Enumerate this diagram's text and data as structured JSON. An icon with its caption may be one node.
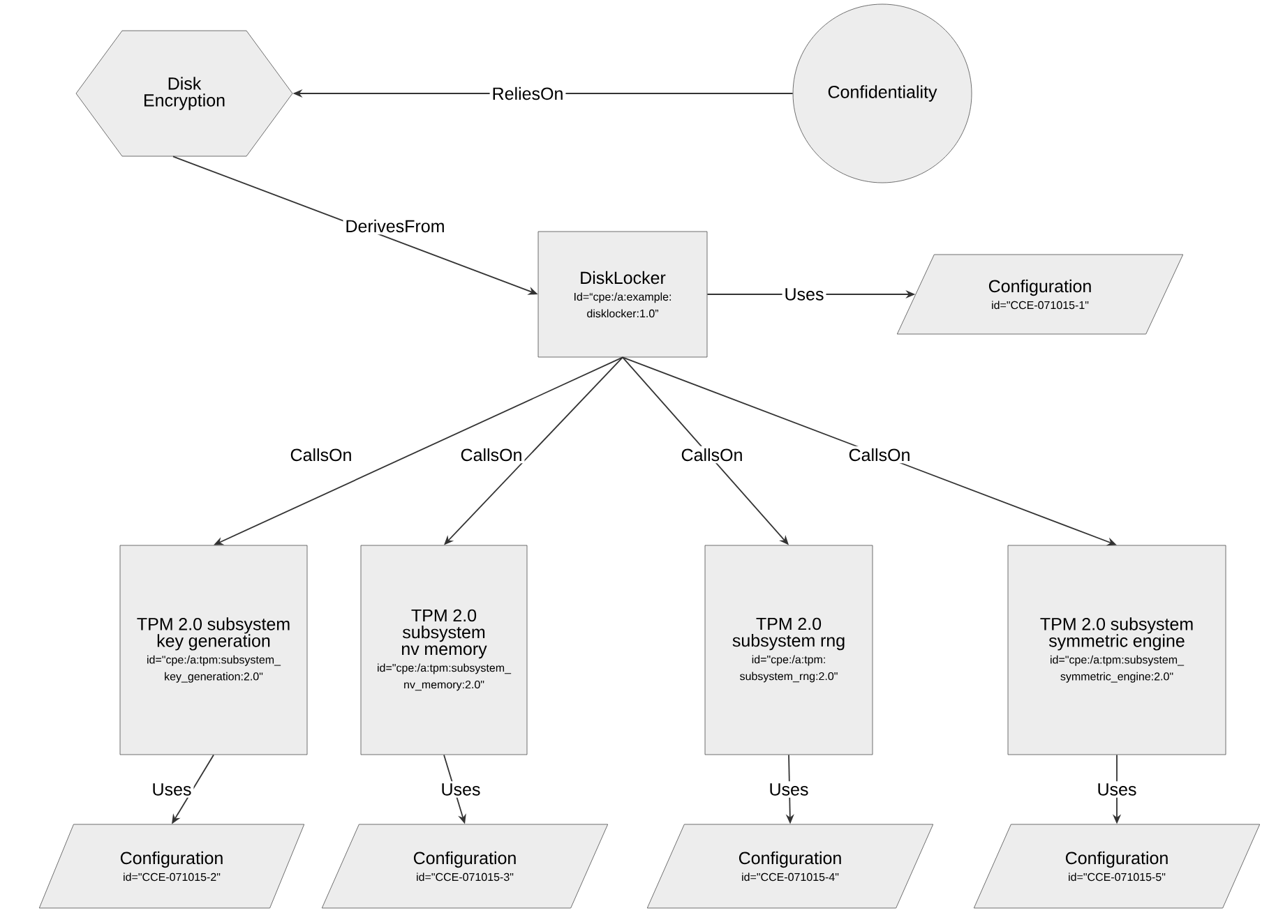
{
  "diagram": {
    "nodes": [
      {
        "text": [
          "Disk Encryption"
        ]
      },
      {
        "text": [
          "Confidentiality"
        ]
      },
      {
        "text": [
          "DiskLocker",
          "Id=“cpe:/a:example:disklocker:1.0”"
        ]
      },
      {
        "text": [
          "Configuration",
          "id=\"CCE-071015-1\""
        ]
      },
      {
        "text": [
          "TPM 2.0 subsystem key generation",
          "id=\"cpe:/a:tpm:subsystem_key_generation:2.0\""
        ]
      },
      {
        "text": [
          "TPM 2.0 subsystem nv memory",
          "id=\"cpe:/a:tpm:subsystem_nv_memory:2.0\""
        ]
      },
      {
        "text": [
          "TPM 2.0 subsystem rng",
          "id=\"cpe:/a:tpm:subsystem_rng:2.0\""
        ]
      },
      {
        "text": [
          "TPM 2.0 subsystem symmetric engine",
          "id=\"cpe:/a:tpm:subsystem_symmetric_engine:2.0\""
        ]
      },
      {
        "text": [
          "Configuration",
          "id=\"CCE-071015-2\""
        ]
      },
      {
        "text": [
          "Configuration",
          "id=\"CCE-071015-3\""
        ]
      },
      {
        "text": [
          "Configuration",
          "id=\"CCE-071015-4\""
        ]
      },
      {
        "text": [
          "Configuration",
          "id=\"CCE-071015-5\""
        ]
      }
    ],
    "edges": [
      {
        "from": 1,
        "to": 0,
        "arrow": "to",
        "label": "ReliesOn"
      },
      {
        "from": 0,
        "to": 2,
        "arrow": "to",
        "label": "DerivesFrom"
      },
      {
        "from": 2,
        "to": 3,
        "arrow": "to",
        "label": "Uses"
      },
      {
        "from": 2,
        "to": 4,
        "arrow": "to",
        "label": "CallsOn"
      },
      {
        "from": 2,
        "to": 5,
        "arrow": "to",
        "label": "CallsOn"
      },
      {
        "from": 2,
        "to": 6,
        "arrow": "to",
        "label": "CallsOn"
      },
      {
        "from": 2,
        "to": 7,
        "arrow": "to",
        "label": "CallsOn"
      },
      {
        "from": 4,
        "to": 8,
        "arrow": "to",
        "label": "Uses"
      },
      {
        "from": 5,
        "to": 9,
        "arrow": "to",
        "label": "Uses"
      },
      {
        "from": 6,
        "to": 10,
        "arrow": "to",
        "label": "Uses"
      },
      {
        "from": 7,
        "to": 11,
        "arrow": "to",
        "label": "Uses"
      }
    ]
  }
}
